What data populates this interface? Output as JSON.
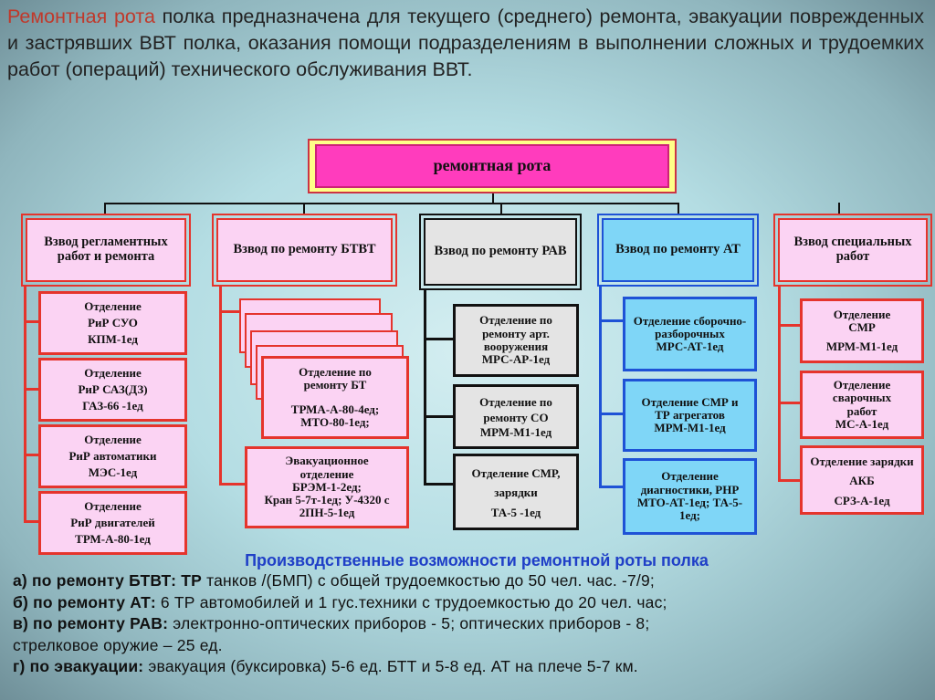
{
  "intro": {
    "highlight": "Ремонтная рота",
    "text": " полка предназначена для текущего (среднего) ремонта, эвакуации поврежденных и застрявших ВВТ полка, оказания помощи подразделениям в выполнении сложных и трудоемких работ (операций) технического обслуживания ВВТ."
  },
  "root": {
    "label": "ремонтная рота"
  },
  "platoons": [
    {
      "label": "Взвод регламентных работ и ремонта"
    },
    {
      "label": "Взвод по ремонту БТВТ"
    },
    {
      "label": "Взвод по ремонту РАВ"
    },
    {
      "label": "Взвод по ремонту АТ"
    },
    {
      "label": "Взвод специальных работ"
    }
  ],
  "col1": [
    {
      "l1": "Отделение",
      "l2": "РиР СУО",
      "l3": "КПМ-1ед"
    },
    {
      "l1": "Отделение",
      "l2": "РиР САЗ(ДЗ)",
      "l3": "ГАЗ-66 -1ед"
    },
    {
      "l1": "Отделение",
      "l2": "РиР автоматики",
      "l3": "МЭС-1ед"
    },
    {
      "l1": "Отделение",
      "l2": "РиР двигателей",
      "l3": "ТРМ-А-80-1ед"
    }
  ],
  "col2": {
    "front": {
      "l1": "Отделение по ремонту БТ",
      "l2": "ТРМА-А-80-4ед;",
      "l3": "МТО-80-1ед;"
    },
    "evac": {
      "l1": "Эвакуационное отделение",
      "l2": "БРЭМ-1-2ед;",
      "l3": "Кран 5-7т-1ед;  У-4320 с 2ПН-5-1ед"
    }
  },
  "col3": [
    {
      "l1": "Отделение по ремонту арт. вооружения",
      "l2": "МРС-АР-1ед"
    },
    {
      "l1": "Отделение по ремонту СО",
      "l2": "МРМ-М1-1ед"
    },
    {
      "l1": "Отделение СМР, зарядки",
      "l2": "ТА-5 -1ед"
    }
  ],
  "col4": [
    {
      "l1": "Отделение сборочно-разборочных",
      "l2": "МРС-АТ-1ед"
    },
    {
      "l1": "Отделение СМР и ТР агрегатов",
      "l2": "МРМ-М1-1ед"
    },
    {
      "l1": "Отделение диагностики, РНР МТО-АТ-1ед; ТА-5-",
      "l2": "1ед;"
    }
  ],
  "col5": [
    {
      "l1": "Отделение СМР",
      "l2": "МРМ-М1-1ед"
    },
    {
      "l1": "Отделение сварочных работ",
      "l2": "МС-А-1ед"
    },
    {
      "l1": "Отделение зарядки АКБ",
      "l2": "СРЗ-А-1ед"
    }
  ],
  "caps": {
    "title": "Производственные возможности ремонтной роты полка",
    "rows": [
      {
        "b": "а)  по ремонту БТВТ: ТР",
        "t": " танков /(БМП) с общей трудоемкостью  до 50 чел. час. -7/9;"
      },
      {
        "b": "б)  по ремонту АТ:",
        "t": " 6 ТР автомобилей и 1 гус.техники с трудоемкостью до 20 чел. час;"
      },
      {
        "b": "в)  по ремонту РАВ:",
        "t": " электронно-оптических приборов - 5; оптических приборов - 8;"
      },
      {
        "b": "",
        "t": "стрелковое оружие – 25 ед."
      },
      {
        "b": "г)  по эвакуации:",
        "t": " эвакуация (буксировка) 5-6 ед. БТТ и 5-8 ед. АТ на плече 5-7 км."
      }
    ]
  },
  "colors": {
    "red": "#e5342c",
    "pink_fill": "#fbd3f3",
    "root_fill": "#ff3cbd",
    "blue": "#1e52d6",
    "blue_fill": "#7fd6f7",
    "grey_fill": "#e4e4e4",
    "title_blue": "#1f3fc7"
  }
}
